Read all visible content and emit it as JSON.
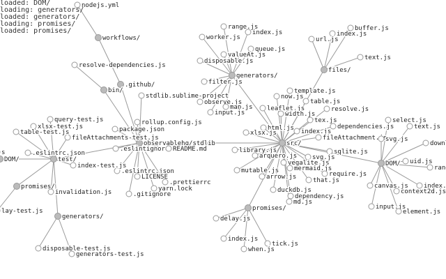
{
  "log": [
    "loaded: DOM/",
    "loading: generators/",
    "loaded: generators/",
    "loading: promises/",
    "loaded: promises/"
  ],
  "nodes": [
    {
      "id": "src",
      "label": "src/",
      "dir": true
    },
    {
      "id": "nodejs",
      "label": "nodejs.yml",
      "dir": false
    },
    {
      "id": "workflows",
      "label": "workflows/",
      "dir": true
    },
    {
      "id": "resolvedeps",
      "label": "resolve-dependencies.js",
      "dir": false
    },
    {
      "id": "github",
      "label": ".github/",
      "dir": true
    },
    {
      "id": "bin",
      "label": "bin/",
      "dir": true
    },
    {
      "id": "sublime",
      "label": "stdlib.sublime-project",
      "dir": false
    },
    {
      "id": "rollup",
      "label": "rollup.config.js",
      "dir": false
    },
    {
      "id": "packagejson",
      "label": "package.json",
      "dir": false
    },
    {
      "id": "root",
      "label": "observablehq/stdlib",
      "dir": true
    },
    {
      "id": "eslintignore",
      "label": ".eslintignore",
      "dir": false
    },
    {
      "id": "readme",
      "label": "README.md",
      "dir": false
    },
    {
      "id": "eslintrc2",
      "label": ".eslintrc.json",
      "dir": false
    },
    {
      "id": "license",
      "label": "LICENSE",
      "dir": false
    },
    {
      "id": "prettierrc",
      "label": ".prettierrc",
      "dir": false
    },
    {
      "id": "yarnlock",
      "label": "yarn.lock",
      "dir": false
    },
    {
      "id": "gitignore",
      "label": ".gitignore",
      "dir": false
    },
    {
      "id": "fileattest",
      "label": "fileAttachments-test.js",
      "dir": false
    },
    {
      "id": "test",
      "label": "test/",
      "dir": true
    },
    {
      "id": "querytest",
      "label": "query-test.js",
      "dir": false
    },
    {
      "id": "xlsxtest",
      "label": "xlsx-test.js",
      "dir": false
    },
    {
      "id": "tabletest",
      "label": "table-test.js",
      "dir": false
    },
    {
      "id": "eslintrc",
      "label": ".eslintrc.json",
      "dir": false
    },
    {
      "id": "tests_s",
      "label": "s",
      "dir": false
    },
    {
      "id": "testdom",
      "label": "DOM/",
      "dir": true
    },
    {
      "id": "indextest",
      "label": "index-test.js",
      "dir": false
    },
    {
      "id": "testpromises",
      "label": "promises/",
      "dir": true
    },
    {
      "id": "invalidation",
      "label": "invalidation.js",
      "dir": false
    },
    {
      "id": "delaytest",
      "label": "lay-test.js",
      "dir": false
    },
    {
      "id": "testgenerators",
      "label": "generators/",
      "dir": true
    },
    {
      "id": "disposabletest",
      "label": "disposable-test.js",
      "dir": false
    },
    {
      "id": "generatorstest",
      "label": "generators-test.js",
      "dir": false
    },
    {
      "id": "generators",
      "label": "generators/",
      "dir": true
    },
    {
      "id": "g_range",
      "label": "range.js",
      "dir": false
    },
    {
      "id": "g_index",
      "label": "index.js",
      "dir": false
    },
    {
      "id": "g_worker",
      "label": "worker.js",
      "dir": false
    },
    {
      "id": "g_queue",
      "label": "queue.js",
      "dir": false
    },
    {
      "id": "g_valueat",
      "label": "valueAt.js",
      "dir": false
    },
    {
      "id": "g_disposable",
      "label": "disposable.js",
      "dir": false
    },
    {
      "id": "g_filter",
      "label": "filter.js",
      "dir": false
    },
    {
      "id": "g_observe",
      "label": "observe.js",
      "dir": false
    },
    {
      "id": "g_map",
      "label": "map.js",
      "dir": false
    },
    {
      "id": "g_input",
      "label": "input.js",
      "dir": false
    },
    {
      "id": "files",
      "label": "files/",
      "dir": true
    },
    {
      "id": "f_buffer",
      "label": "buffer.js",
      "dir": false
    },
    {
      "id": "f_index",
      "label": "index.js",
      "dir": false
    },
    {
      "id": "f_url",
      "label": "url.js",
      "dir": false
    },
    {
      "id": "f_text",
      "label": "text.js",
      "dir": false
    },
    {
      "id": "template",
      "label": "template.js",
      "dir": false
    },
    {
      "id": "now",
      "label": "now.js",
      "dir": false
    },
    {
      "id": "table",
      "label": "table.js",
      "dir": false
    },
    {
      "id": "leaflet",
      "label": "leaflet.js",
      "dir": false
    },
    {
      "id": "resolve",
      "label": "resolve.js",
      "dir": false
    },
    {
      "id": "width",
      "label": "width.js",
      "dir": false
    },
    {
      "id": "tex",
      "label": "tex.js",
      "dir": false
    },
    {
      "id": "html",
      "label": "html.js",
      "dir": false
    },
    {
      "id": "dependencies",
      "label": "dependencies.js",
      "dir": false
    },
    {
      "id": "xlsx",
      "label": "xlsx.js",
      "dir": false
    },
    {
      "id": "s_index",
      "label": "index.js",
      "dir": false
    },
    {
      "id": "fileattach",
      "label": "fileAttachment.js",
      "dir": false
    },
    {
      "id": "library",
      "label": "library.js",
      "dir": false
    },
    {
      "id": "sqlite",
      "label": "sqlite.js",
      "dir": false
    },
    {
      "id": "arquero",
      "label": "arquero.js",
      "dir": false
    },
    {
      "id": "svg",
      "label": "svg.js",
      "dir": false
    },
    {
      "id": "vegalite",
      "label": "vegalite.js",
      "dir": false
    },
    {
      "id": "mutable",
      "label": "mutable.js",
      "dir": false
    },
    {
      "id": "mermaid",
      "label": "mermaid.js",
      "dir": false
    },
    {
      "id": "require",
      "label": "require.js",
      "dir": false
    },
    {
      "id": "arrow",
      "label": "arrow.js",
      "dir": false
    },
    {
      "id": "that",
      "label": "that.js",
      "dir": false
    },
    {
      "id": "duckdb",
      "label": "duckdb.js",
      "dir": false
    },
    {
      "id": "dependency",
      "label": "dependency.js",
      "dir": false
    },
    {
      "id": "md",
      "label": "md.js",
      "dir": false
    },
    {
      "id": "promises",
      "label": "promises/",
      "dir": true
    },
    {
      "id": "p_delay",
      "label": "delay.js",
      "dir": false
    },
    {
      "id": "p_index",
      "label": "index.js",
      "dir": false
    },
    {
      "id": "p_tick",
      "label": "tick.js",
      "dir": false
    },
    {
      "id": "p_when",
      "label": "when.js",
      "dir": false
    },
    {
      "id": "dom",
      "label": "DOM/",
      "dir": true
    },
    {
      "id": "d_select",
      "label": "select.js",
      "dir": false
    },
    {
      "id": "d_text",
      "label": "text.js",
      "dir": false
    },
    {
      "id": "d_svg",
      "label": "svg.js",
      "dir": false
    },
    {
      "id": "d_download",
      "label": "downl",
      "dir": false
    },
    {
      "id": "d_uid",
      "label": "uid.js",
      "dir": false
    },
    {
      "id": "d_range",
      "label": "rang",
      "dir": false
    },
    {
      "id": "d_canvas",
      "label": "canvas.js",
      "dir": false
    },
    {
      "id": "d_index",
      "label": "index.",
      "dir": false
    },
    {
      "id": "d_context2d",
      "label": "context2d.js",
      "dir": false
    },
    {
      "id": "d_input",
      "label": "input.js",
      "dir": false
    },
    {
      "id": "d_element",
      "label": "element.js",
      "dir": false
    }
  ],
  "links": [
    [
      "root",
      "github"
    ],
    [
      "root",
      "sublime"
    ],
    [
      "root",
      "rollup"
    ],
    [
      "root",
      "packagejson"
    ],
    [
      "root",
      "eslintignore"
    ],
    [
      "root",
      "readme"
    ],
    [
      "root",
      "eslintrc2"
    ],
    [
      "root",
      "license"
    ],
    [
      "root",
      "prettierrc"
    ],
    [
      "root",
      "yarnlock"
    ],
    [
      "root",
      "gitignore"
    ],
    [
      "root",
      "test"
    ],
    [
      "root",
      "src"
    ],
    [
      "root",
      "bin"
    ],
    [
      "github",
      "workflows"
    ],
    [
      "workflows",
      "nodejs"
    ],
    [
      "bin",
      "resolvedeps"
    ],
    [
      "test",
      "fileattest"
    ],
    [
      "test",
      "querytest"
    ],
    [
      "test",
      "xlsxtest"
    ],
    [
      "test",
      "tabletest"
    ],
    [
      "test",
      "eslintrc"
    ],
    [
      "test",
      "testdom"
    ],
    [
      "test",
      "indextest"
    ],
    [
      "test",
      "testpromises"
    ],
    [
      "test",
      "invalidation"
    ],
    [
      "test",
      "testgenerators"
    ],
    [
      "testdom",
      "tests_s"
    ],
    [
      "testpromises",
      "delaytest"
    ],
    [
      "testgenerators",
      "disposabletest"
    ],
    [
      "testgenerators",
      "generatorstest"
    ],
    [
      "src",
      "generators"
    ],
    [
      "src",
      "files"
    ],
    [
      "src",
      "promises"
    ],
    [
      "src",
      "dom"
    ],
    [
      "src",
      "template"
    ],
    [
      "src",
      "now"
    ],
    [
      "src",
      "table"
    ],
    [
      "src",
      "leaflet"
    ],
    [
      "src",
      "resolve"
    ],
    [
      "src",
      "width"
    ],
    [
      "src",
      "tex"
    ],
    [
      "src",
      "html"
    ],
    [
      "src",
      "dependencies"
    ],
    [
      "src",
      "xlsx"
    ],
    [
      "src",
      "s_index"
    ],
    [
      "src",
      "fileattach"
    ],
    [
      "src",
      "library"
    ],
    [
      "src",
      "sqlite"
    ],
    [
      "src",
      "arquero"
    ],
    [
      "src",
      "svg"
    ],
    [
      "src",
      "vegalite"
    ],
    [
      "src",
      "mutable"
    ],
    [
      "src",
      "mermaid"
    ],
    [
      "src",
      "require"
    ],
    [
      "src",
      "arrow"
    ],
    [
      "src",
      "that"
    ],
    [
      "src",
      "duckdb"
    ],
    [
      "src",
      "dependency"
    ],
    [
      "src",
      "md"
    ],
    [
      "generators",
      "g_range"
    ],
    [
      "generators",
      "g_index"
    ],
    [
      "generators",
      "g_worker"
    ],
    [
      "generators",
      "g_queue"
    ],
    [
      "generators",
      "g_valueat"
    ],
    [
      "generators",
      "g_disposable"
    ],
    [
      "generators",
      "g_filter"
    ],
    [
      "generators",
      "g_observe"
    ],
    [
      "generators",
      "g_map"
    ],
    [
      "generators",
      "g_input"
    ],
    [
      "files",
      "f_buffer"
    ],
    [
      "files",
      "f_index"
    ],
    [
      "files",
      "f_url"
    ],
    [
      "files",
      "f_text"
    ],
    [
      "promises",
      "p_delay"
    ],
    [
      "promises",
      "p_index"
    ],
    [
      "promises",
      "p_tick"
    ],
    [
      "promises",
      "p_when"
    ],
    [
      "dom",
      "d_select"
    ],
    [
      "dom",
      "d_text"
    ],
    [
      "dom",
      "d_svg"
    ],
    [
      "dom",
      "d_download"
    ],
    [
      "dom",
      "d_uid"
    ],
    [
      "dom",
      "d_range"
    ],
    [
      "dom",
      "d_canvas"
    ],
    [
      "dom",
      "d_index"
    ],
    [
      "dom",
      "d_context2d"
    ],
    [
      "dom",
      "d_input"
    ],
    [
      "dom",
      "d_element"
    ]
  ]
}
